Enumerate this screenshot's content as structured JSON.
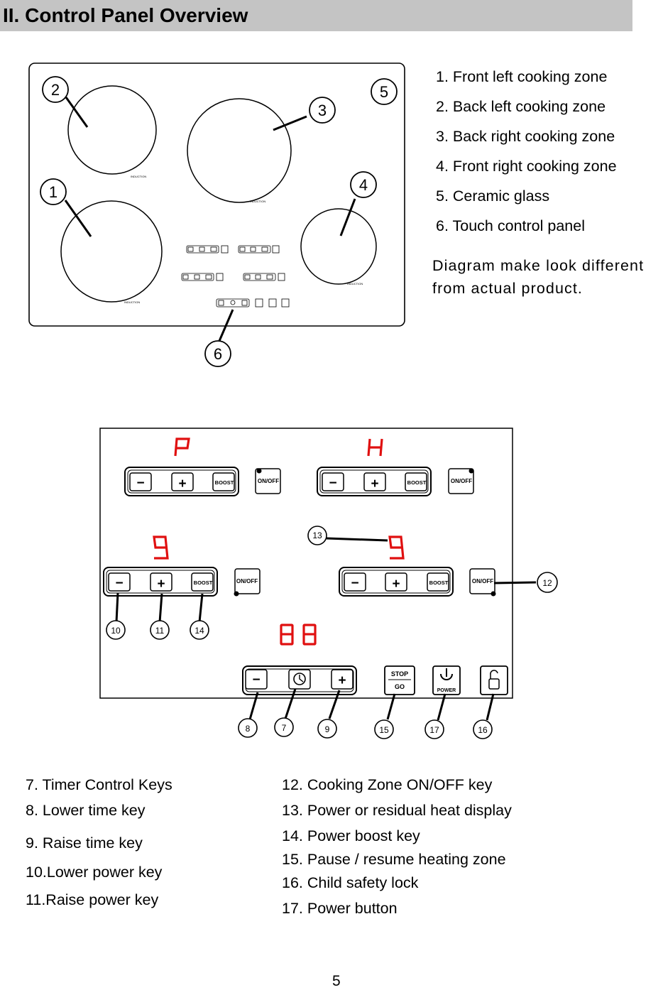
{
  "title": "II. Control Panel Overview",
  "zone_list": [
    "1.  Front left cooking zone",
    "2.  Back  left cooking  zone",
    "3.  Back right  cooking zone",
    "4.  Front right cooking zone",
    "5.  Ceramic  glass",
    "6.  Touch  control panel"
  ],
  "note_lines": [
    "Diagram make look different",
    "from actual product."
  ],
  "top_callouts": [
    "1",
    "2",
    "3",
    "4",
    "5",
    "6"
  ],
  "zone_stamp": "INDUCTION",
  "panel": {
    "minus": "−",
    "plus": "+",
    "boost": "BOOST",
    "onoff": "ON/OFF",
    "displays": [
      "P",
      "H",
      "9",
      "9"
    ],
    "timer_display": "88",
    "stop": "STOP",
    "go": "GO",
    "power": "POWER"
  },
  "panel_callouts": [
    "7",
    "8",
    "9",
    "10",
    "11",
    "12",
    "13",
    "14",
    "15",
    "16",
    "17"
  ],
  "bottom_left": [
    "7.   Timer  Control  Keys",
    "8.  Lower  time key",
    "9.  Raise  time key",
    "10.Lower power  key",
    "11.Raise power  key"
  ],
  "bottom_right": [
    "12. Cooking  Zone ON/OFF key",
    "13. Power  or  residual  heat  display",
    "14. Power boost key",
    "15. Pause / resume heating zone",
    "16. Child  safety  lock",
    "17. Power button"
  ],
  "page_number": "5"
}
